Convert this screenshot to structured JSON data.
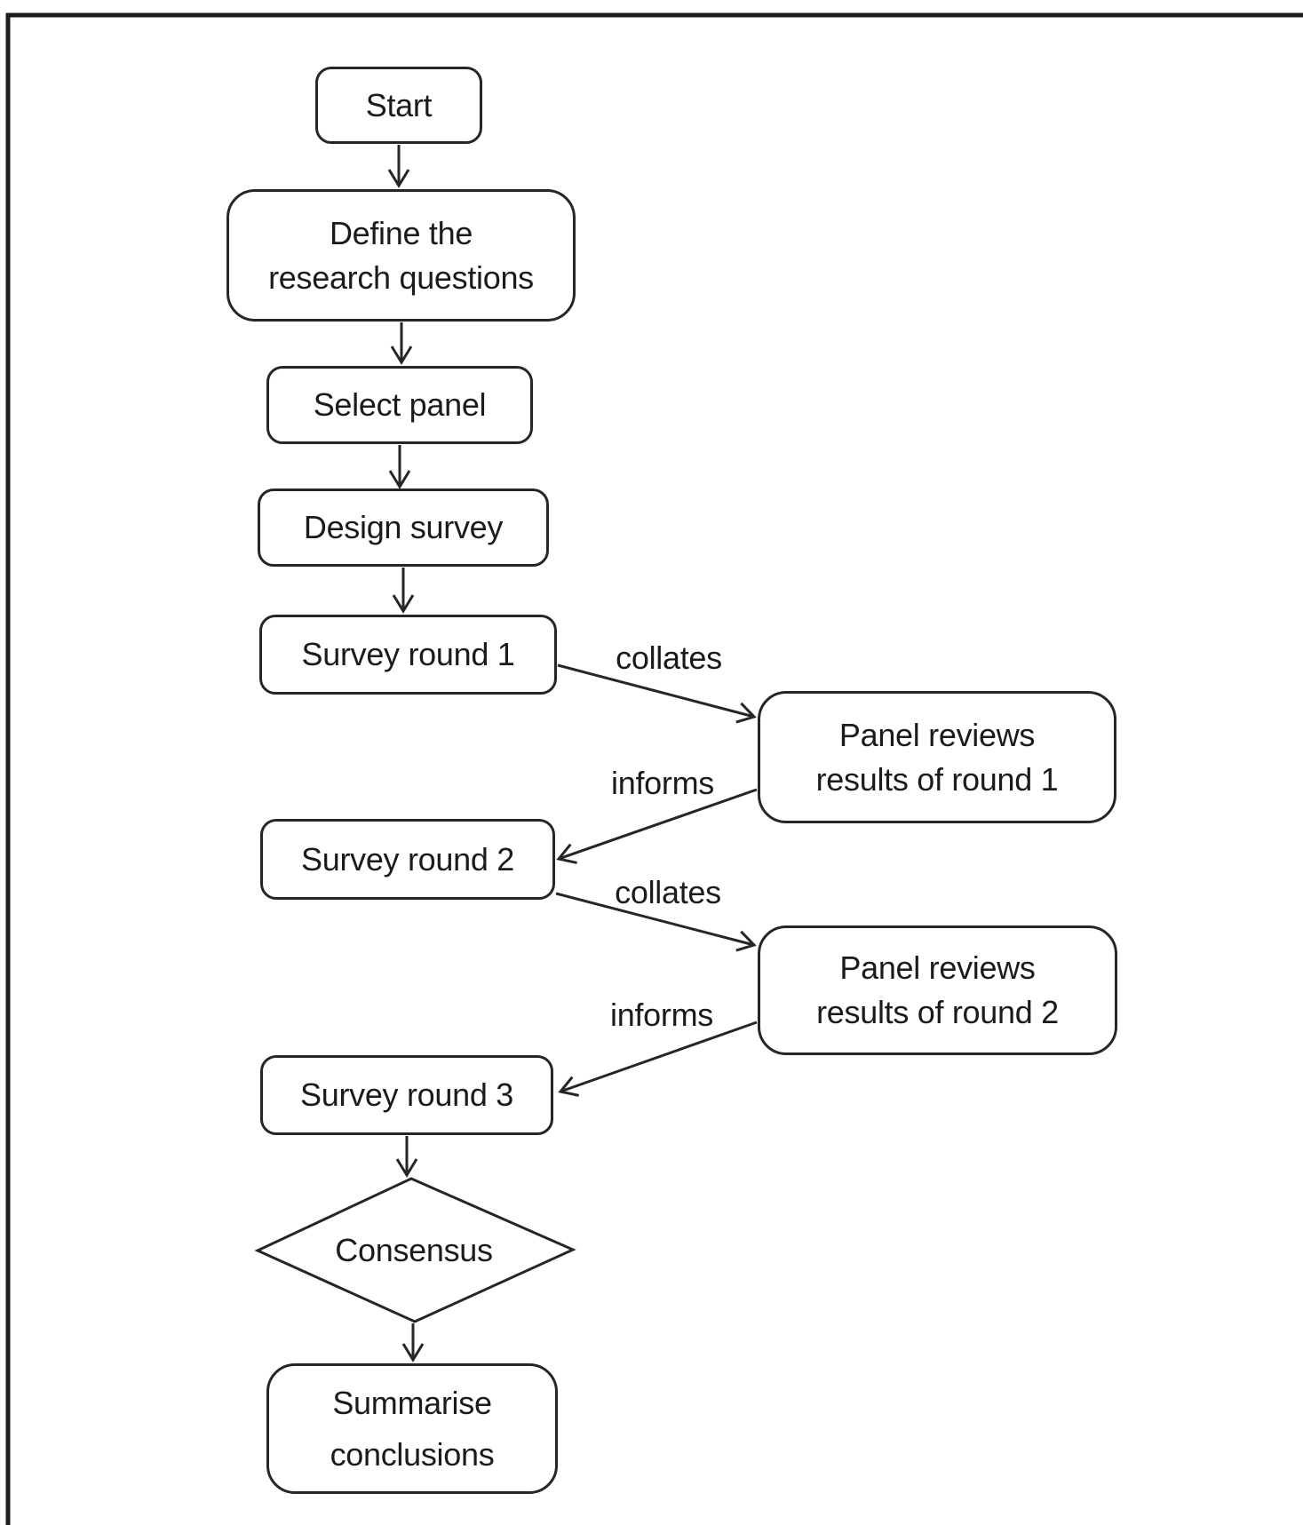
{
  "diagram": {
    "nodes": [
      {
        "id": "start",
        "lines": [
          "Start"
        ]
      },
      {
        "id": "define-research",
        "lines": [
          "Define the",
          "research questions"
        ]
      },
      {
        "id": "select-panel",
        "lines": [
          "Select panel"
        ]
      },
      {
        "id": "design-survey",
        "lines": [
          "Design survey"
        ]
      },
      {
        "id": "survey-round-1",
        "lines": [
          "Survey round 1"
        ]
      },
      {
        "id": "panel-reviews-round-1",
        "lines": [
          "Panel reviews",
          "results of round 1"
        ]
      },
      {
        "id": "survey-round-2",
        "lines": [
          "Survey round 2"
        ]
      },
      {
        "id": "panel-reviews-round-2",
        "lines": [
          "Panel reviews",
          "results of round 2"
        ]
      },
      {
        "id": "survey-round-3",
        "lines": [
          "Survey round 3"
        ]
      },
      {
        "id": "consensus",
        "lines": [
          "Consensus"
        ]
      },
      {
        "id": "summarise-conclusions",
        "lines": [
          "Summarise",
          "conclusions"
        ]
      }
    ],
    "edge_labels": [
      {
        "label": "collates"
      },
      {
        "label": "informs"
      },
      {
        "label": "collates"
      },
      {
        "label": "informs"
      }
    ],
    "colors": {
      "stroke": "#262626",
      "background": "#ffffff"
    }
  }
}
